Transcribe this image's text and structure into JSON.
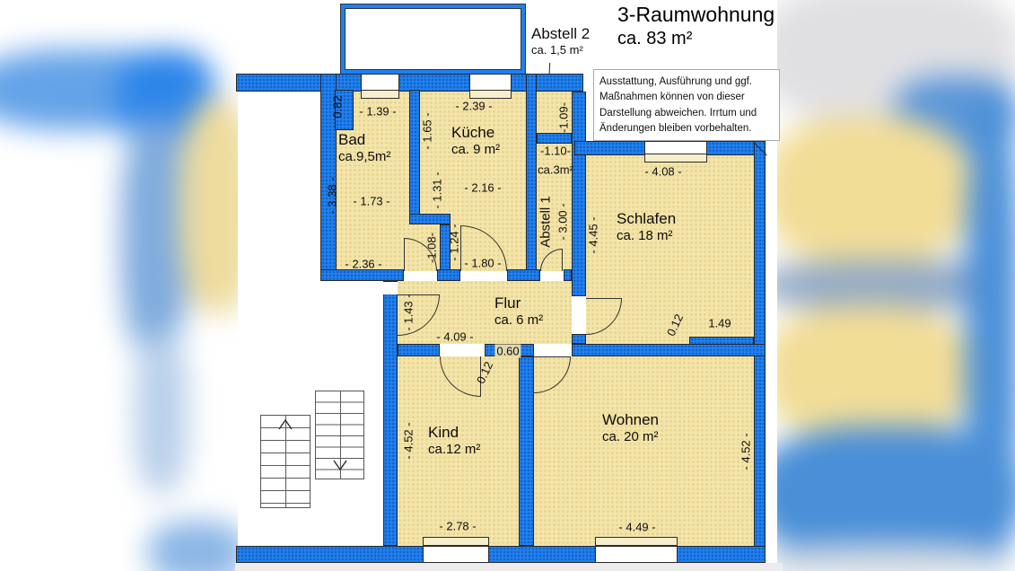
{
  "title": {
    "line1": "3-Raumwohnung",
    "line2": "ca. 83 m²"
  },
  "disclaimer": {
    "lines": [
      "Ausstattung, Ausführung und ggf.",
      "Maßnahmen können von dieser",
      "Darstellung abweichen. Irrtum und",
      "Änderungen bleiben vorbehalten."
    ]
  },
  "rooms": {
    "bad": {
      "name": "Bad",
      "area": "ca.9,5m²"
    },
    "kueche": {
      "name": "Küche",
      "area": "ca. 9 m²"
    },
    "abstell2": {
      "name": "Abstell 2",
      "area": "ca. 1,5 m²"
    },
    "abstell1": {
      "name": "Abstell 1",
      "area": "ca.3m²"
    },
    "schlafen": {
      "name": "Schlafen",
      "area": "ca. 18 m²"
    },
    "flur": {
      "name": "Flur",
      "area": "ca. 6 m²"
    },
    "kind": {
      "name": "Kind",
      "area": "ca.12 m²"
    },
    "wohnen": {
      "name": "Wohnen",
      "area": "ca. 20 m²"
    }
  },
  "dimensions": {
    "bad_top_offset": "0.82",
    "bad_top": "- 1.39 -",
    "bad_left": "- 3.38 -",
    "bad_mid": "- 1.73 -",
    "bad_bottom": "- 2.36 -",
    "bad_door_side": "-1.08-",
    "kueche_top": "- 2.39 -",
    "kueche_left_upper": "- 1.65 -",
    "kueche_left_lower": "- 1.31 -",
    "kueche_mid": "- 2.16 -",
    "kueche_door_side": "- 1.24 -",
    "kueche_door": "- 1.80 -",
    "abstell2_depth": "-1.09-",
    "abstell1_top": "-1.10-",
    "abstell1_height": "- 3.00 -",
    "schlafen_left": "- 4.45 -",
    "schlafen_top": "- 4.08 -",
    "schlafen_step": "0.12",
    "schlafen_bottom_right": "1.49",
    "flur_left": "- 1.43 -",
    "flur_width": "- 4.09 -",
    "flur_segment": "0.60",
    "kind_door_step": "0.12",
    "kind_left": "- 4.52 -",
    "kind_bottom": "- 2.78 -",
    "wohnen_right": "- 4.52 -",
    "wohnen_bottom": "- 4.49 -"
  },
  "colors": {
    "wall_blue": "#1f80f2",
    "room_fill": "#f3e4a9",
    "outline": "#27282b"
  }
}
